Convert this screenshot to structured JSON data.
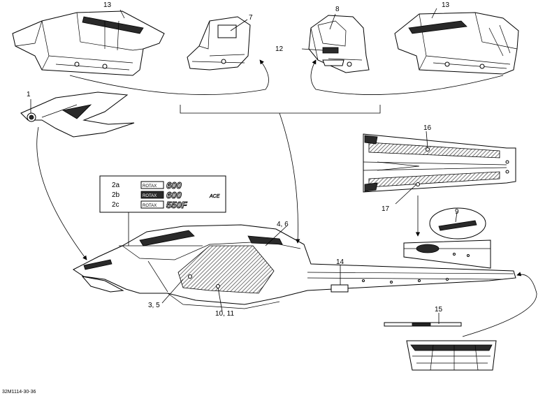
{
  "callouts": {
    "c13_left": "13",
    "c7": "7",
    "c8": "8",
    "c13_right": "13",
    "c12": "12",
    "c1": "1",
    "c16": "16",
    "c17": "17",
    "c9": "9",
    "c4_6": "4, 6",
    "c14": "14",
    "c3_5": "3, 5",
    "c10_11": "10, 11",
    "c15": "15"
  },
  "legend": {
    "rows": [
      {
        "label": "2a",
        "decal_brand": "ROTAX",
        "decal_model": "600"
      },
      {
        "label": "2b",
        "decal_brand": "ROTAX",
        "decal_model": "600",
        "decal_suffix": "ACE"
      },
      {
        "label": "2c",
        "decal_brand": "ROTAX",
        "decal_model": "550F"
      }
    ]
  },
  "document_ref": "32M1114-30-36"
}
